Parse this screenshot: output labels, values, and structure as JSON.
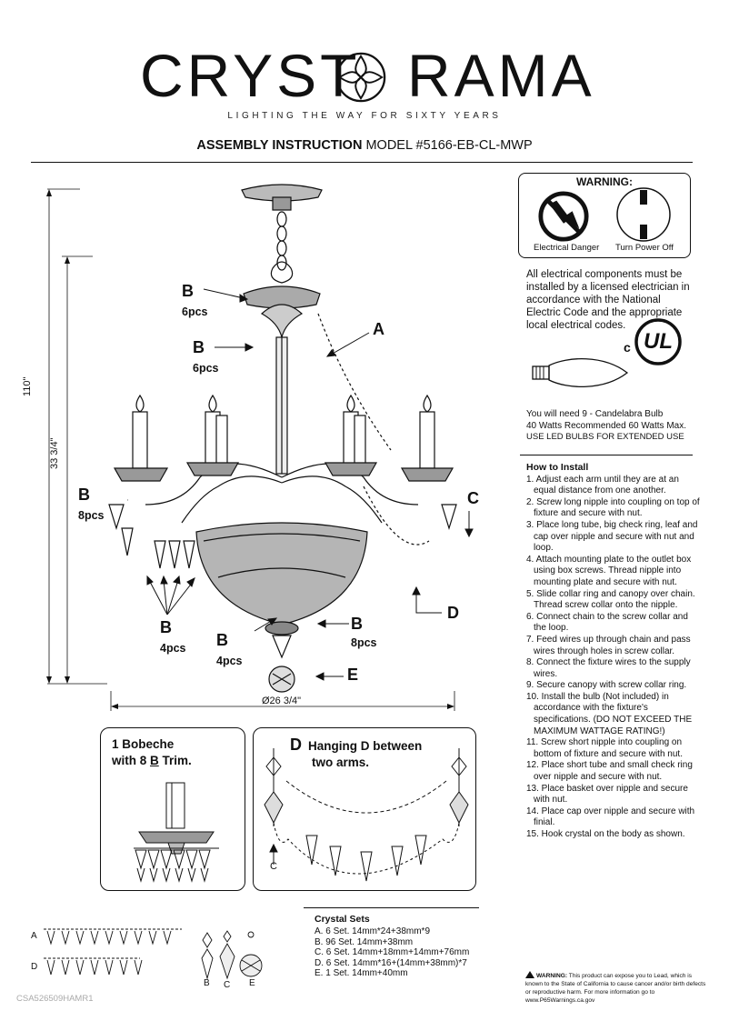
{
  "brand": {
    "name_left": "CRYST",
    "name_right": "RAMA",
    "tagline": "LIGHTING THE WAY FOR SIXTY YEARS"
  },
  "title": {
    "bold": "ASSEMBLY INSTRUCTION",
    "model": " MODEL #5166-EB-CL-MWP"
  },
  "warning": {
    "heading": "WARNING:",
    "label_left": "Electrical Danger",
    "label_right": "Turn Power Off"
  },
  "electrical_notice": "All electrical components must be installed by a licensed electrician in accordance with the National Electric Code and the appropriate local electrical codes.",
  "ul_mark": {
    "c": "c",
    "ul": "UL"
  },
  "bulbs": {
    "line1": "You will need 9 - Candelabra Bulb",
    "line2": "40 Watts Recommended 60 Watts Max.",
    "line3": "USE LED BULBS FOR EXTENDED USE"
  },
  "install": {
    "heading": "How to Install",
    "steps": [
      "1. Adjust each arm until they are at an equal distance from one another.",
      "2. Screw long nipple into coupling  on top of fixture and secure with nut.",
      "3. Place long tube, big check ring, leaf and cap over nipple  and secure with nut and loop.",
      "4. Attach mounting plate to the outlet box using box screws. Thread nipple into mounting plate and secure with nut.",
      "5. Slide collar ring  and canopy over chain. Thread screw collar onto the nipple.",
      "6. Connect chain to the screw collar and the loop.",
      "7. Feed wires up through chain and pass wires through holes in screw collar.",
      "8. Connect the fixture wires to the supply wires.",
      "9. Secure canopy with screw collar ring.",
      "10. Install the bulb (Not included) in accordance with the fixture's specifications. (DO NOT EXCEED THE MAXIMUM WATTAGE RATING!)",
      "11. Screw short nipple into coupling  on bottom of fixture and secure with nut.",
      "12. Place short tube and small check ring over nipple and secure with nut.",
      "13. Place basket over nipple and secure with nut.",
      "14. Place cap over nipple and secure with finial.",
      "15. Hook crystal on the body as shown."
    ]
  },
  "dimensions": {
    "overall_height": "110\"",
    "body_height": "33 3/4\"",
    "diameter": "Ø26 3/4\""
  },
  "callouts": {
    "b_canopy": "B",
    "b_canopy_qty": "6pcs",
    "b_stem": "B",
    "b_stem_qty": "6pcs",
    "a": "A",
    "b_arm": "B",
    "b_arm_qty": "8pcs",
    "c": "C",
    "d": "D",
    "b_bottom_left": "B",
    "b_bottom_left_qty": "4pcs",
    "b_bottom_mid": "B",
    "b_bottom_mid_qty": "4pcs",
    "b_bottom_right": "B",
    "b_bottom_right_qty": "8pcs",
    "e": "E"
  },
  "inset_bobeche": {
    "line1": "1 Bobeche",
    "line2_pre": "with 8 ",
    "line2_b": "B",
    "line2_post": " Trim."
  },
  "inset_hanging": {
    "d": "D",
    "line1_post": " Hanging ",
    "line1_bold": "D",
    "line1_end": " between",
    "line2": "two arms.",
    "c": "C"
  },
  "crystal_keys": {
    "a": "A",
    "d": "D",
    "b": "B",
    "c": "C",
    "e": "E"
  },
  "crystal_sets": {
    "heading": "Crystal Sets",
    "items": [
      "A. 6 Set. 14mm*24+38mm*9",
      "B. 96 Set. 14mm+38mm",
      "C. 6 Set. 14mm+18mm+14mm+76mm",
      "D. 6 Set. 14mm*16+(14mm+38mm)*7",
      "E. 1 Set. 14mm+40mm"
    ]
  },
  "prop65": {
    "label": "WARNING:",
    "text": " This product can expose you to Lead, which is known to the State of California to cause cancer and/or birth defects or reproductive harm. For more information go to www.P65Warnings.ca.gov"
  },
  "doc_code": "CSA526509HAMR1"
}
